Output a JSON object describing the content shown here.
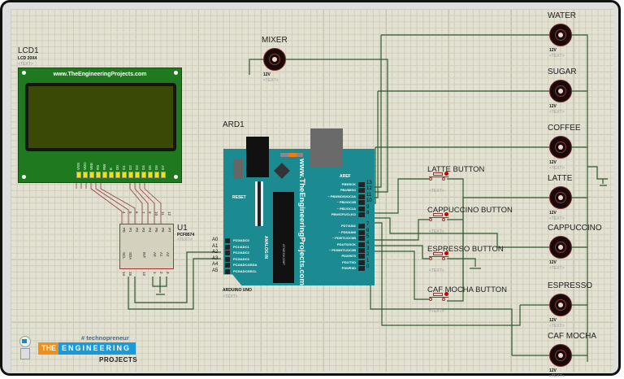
{
  "lcd": {
    "ref": "LCD1",
    "model": "LCD 20X4",
    "text": "<TEXT>",
    "url": "www.TheEngineeringProjects.com",
    "pins": [
      "VSS",
      "VDD",
      "VEE",
      "RS",
      "RW",
      "E",
      "D0",
      "D1",
      "D2",
      "D3",
      "D4",
      "D5",
      "D6",
      "D7"
    ]
  },
  "arduino": {
    "ref": "ARD1",
    "model": "ARDUINO UNO",
    "text": "<TEXT>",
    "url": "www.TheEngineeringProjects.com",
    "reset": "RESET",
    "aref": "AREF",
    "chip": "ATMEGA328P",
    "analog_label": "ANALOG IN",
    "digital_pins": [
      "13",
      "12",
      "11",
      "10",
      "9",
      "8",
      "7",
      "6",
      "5",
      "4",
      "3",
      "2",
      "1",
      "0"
    ],
    "digital_labels": [
      "PB5/SCK",
      "PB4/MISO",
      "~ PB3/MOSI/OC2A",
      "~ PB2/OC1B",
      "~ PB1/OC1A",
      "PB0/ICP1/CLKO",
      "PD7/AIN1",
      "~ PD6/AIN0",
      "~ PD5/T1/OC0B",
      "PD4/T0/XCK",
      "~ PD3/INT1/OC2B",
      "PD2/INT0",
      "PD1/TXD",
      "PD0/RXD"
    ],
    "analog_pins": [
      "A0",
      "A1",
      "A2",
      "A3",
      "A4",
      "A5"
    ],
    "analog_labels": [
      "PC0/ADC0",
      "PC1/ADC1",
      "PC2/ADC2",
      "PC3/ADC3",
      "PC4/ADC4/SDA",
      "PC5/ADC5/SCL"
    ]
  },
  "u1": {
    "ref": "U1",
    "model": "PCF8574",
    "text": "<TEXT>",
    "top_pins": [
      "P0",
      "P1",
      "P2",
      "P3",
      "P4",
      "P5",
      "P6",
      "P7"
    ],
    "top_nums": [
      "4",
      "5",
      "6",
      "7",
      "9",
      "10",
      "11",
      "12"
    ],
    "bottom_pins": [
      "SCL",
      "SDA",
      "INT",
      "A0",
      "A1",
      "A2"
    ],
    "bottom_nums": [
      "14",
      "15",
      "13",
      "1",
      "2",
      "3"
    ]
  },
  "mixer": {
    "name": "MIXER",
    "voltage": "12V",
    "text": "<TEXT>"
  },
  "motors": [
    {
      "name": "WATER",
      "voltage": "12V",
      "text": "<TEXT>"
    },
    {
      "name": "SUGAR",
      "voltage": "12V",
      "text": "<TEXT>"
    },
    {
      "name": "COFFEE",
      "voltage": "12V",
      "text": "<TEXT>"
    },
    {
      "name": "LATTE",
      "voltage": "12V",
      "text": "<TEXT>"
    },
    {
      "name": "CAPPUCCINO",
      "voltage": "12V",
      "text": "<TEXT>"
    },
    {
      "name": "ESPRESSO",
      "voltage": "12V",
      "text": "<TEXT>"
    },
    {
      "name": "CAF MOCHA",
      "voltage": "12V",
      "text": "<TEXT>"
    }
  ],
  "buttons": [
    {
      "name": "LATTE BUTTON",
      "text": "<TEXT>"
    },
    {
      "name": "CAPPUCCINO BUTTON",
      "text": "<TEXT>"
    },
    {
      "name": "ESPRESSO BUTTON",
      "text": "<TEXT>"
    },
    {
      "name": "CAF MOCHA BUTTON",
      "text": "<TEXT>"
    }
  ],
  "logo": {
    "tagline": "# technopreneur",
    "the": "THE",
    "engineering": "ENGINEERING",
    "projects": "PROJECTS"
  },
  "colors": {
    "wire": "#2f5a2f",
    "board": "#1b8b91",
    "lcd_pcb": "#1f7a1f",
    "motor": "#1a0a0a",
    "pin": "#b03030"
  }
}
